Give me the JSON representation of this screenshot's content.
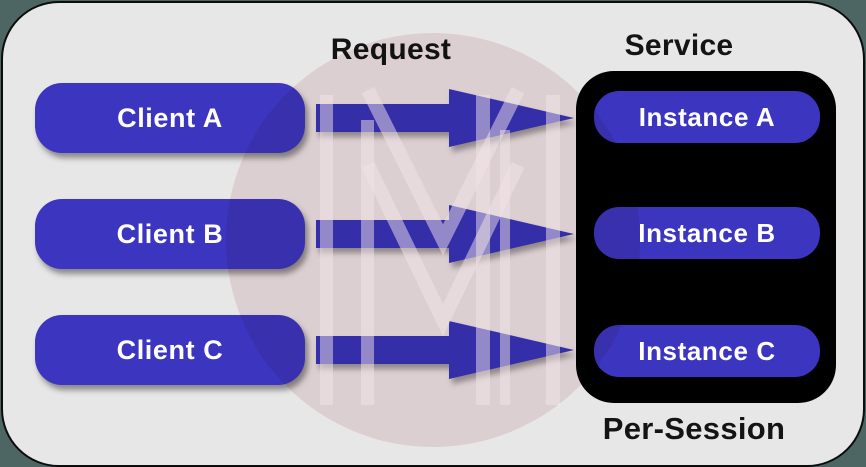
{
  "diagram": {
    "request_label": "Request",
    "service_label": "Service",
    "per_session_label": "Per-Session",
    "clients": [
      {
        "label": "Client A"
      },
      {
        "label": "Client B"
      },
      {
        "label": "Client C"
      }
    ],
    "instances": [
      {
        "label": "Instance A"
      },
      {
        "label": "Instance B"
      },
      {
        "label": "Instance C"
      }
    ]
  },
  "icons": {
    "arrow": "arrow-right",
    "watermark": "m-monogram"
  },
  "colors": {
    "outer_background": "#4d6663",
    "card_background": "#e8e7e7",
    "node_blue": "#3b35bf",
    "arrow_blue": "#3833bb",
    "service_container": "#000000",
    "watermark_pink": "#f2e5e7",
    "label_text": "#ffffff",
    "title_text": "#141414"
  }
}
